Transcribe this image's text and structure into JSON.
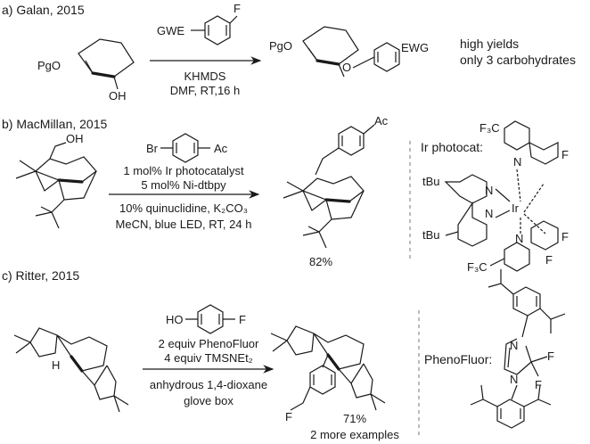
{
  "sections": {
    "a": {
      "label": "a) Galan, 2015",
      "reagent": "GWE",
      "reagent_f": "F",
      "sm_pg": "PgO",
      "sm_oh": "OH",
      "cond1": "KHMDS",
      "cond2": "DMF, RT,16 h",
      "prod_pg": "PgO",
      "prod_o": "O",
      "prod_ewg": "EWG",
      "note1": "high yields",
      "note2": "only 3 carbohydrates"
    },
    "b": {
      "label": "b) MacMillan, 2015",
      "reagent_br": "Br",
      "reagent_ac": "Ac",
      "sm_oh": "OH",
      "cond1": "1 mol% Ir photocatalyst",
      "cond2": "5 mol% Ni-dtbpy",
      "cond3": "10% quinuclidine, K₂CO₃",
      "cond4": "MeCN, blue LED, RT, 24 h",
      "prod_ac": "Ac",
      "yield": "82%",
      "cat_label": "Ir photocat:",
      "cat_cf3_top": "F₃C",
      "cat_cf3_bot": "F₃C",
      "cat_tbu1": "tBu",
      "cat_tbu2": "tBu",
      "cat_ir": "Ir",
      "cat_n": "N",
      "cat_f": "F"
    },
    "c": {
      "label": "c) Ritter, 2015",
      "reagent_ho": "HO",
      "reagent_f": "F",
      "sm_h": "H",
      "cond1": "2 equiv PhenoFluor",
      "cond2": "4 equiv TMSNEt₂",
      "cond3": "anhydrous 1,4-dioxane",
      "cond4": "glove box",
      "prod_f": "F",
      "yield": "71%",
      "examples": "2 more examples",
      "pf_label": "PhenoFluor:",
      "pf_n": "N",
      "pf_f": "F"
    }
  }
}
